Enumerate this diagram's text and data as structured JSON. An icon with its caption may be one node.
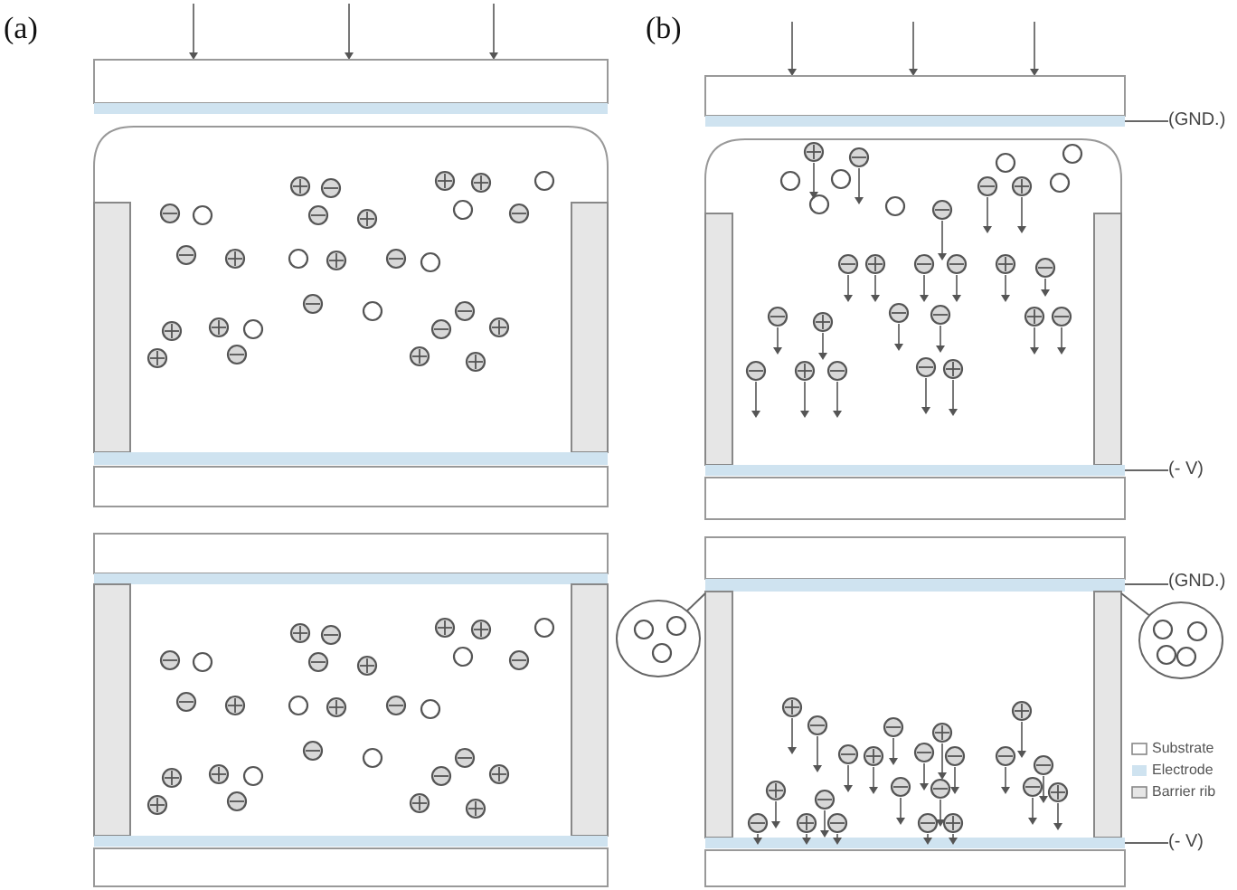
{
  "diagram": {
    "nodes": [
      {
        "text": [
          "(GND.)"
        ]
      },
      {
        "text": [
          "(- V)"
        ]
      },
      {
        "text": [
          "(GND.)"
        ]
      },
      {
        "text": [
          "(- V)"
        ]
      },
      {
        "text": [],
        "shape": "circle"
      },
      {
        "text": [],
        "shape": "circle"
      },
      {
        "text": [],
        "shape": "picture"
      },
      {
        "text": [],
        "shape": "picture"
      },
      {
        "text": [],
        "shape": "picture"
      },
      {
        "text": [],
        "shape": "picture"
      }
    ],
    "edges": [
      {
        "from": 0,
        "to": 8,
        "arrow": "none"
      },
      {
        "from": 1,
        "to": 8,
        "arrow": "none"
      },
      {
        "from": 2,
        "to": 9,
        "arrow": "none"
      },
      {
        "from": 3,
        "to": 9,
        "arrow": "none"
      },
      {
        "from": 4,
        "to": 9,
        "arrow": "none"
      },
      {
        "from": 5,
        "to": 9,
        "arrow": "none"
      }
    ],
    "labels": [
      "(a)",
      "(b)"
    ],
    "legend": [
      {
        "text": "Substrate",
        "color": "#ffffff"
      },
      {
        "text": "Electrode",
        "color": "#cfe3f0"
      },
      {
        "text": "Barrier rib",
        "color": "#e6e6e6"
      }
    ]
  }
}
